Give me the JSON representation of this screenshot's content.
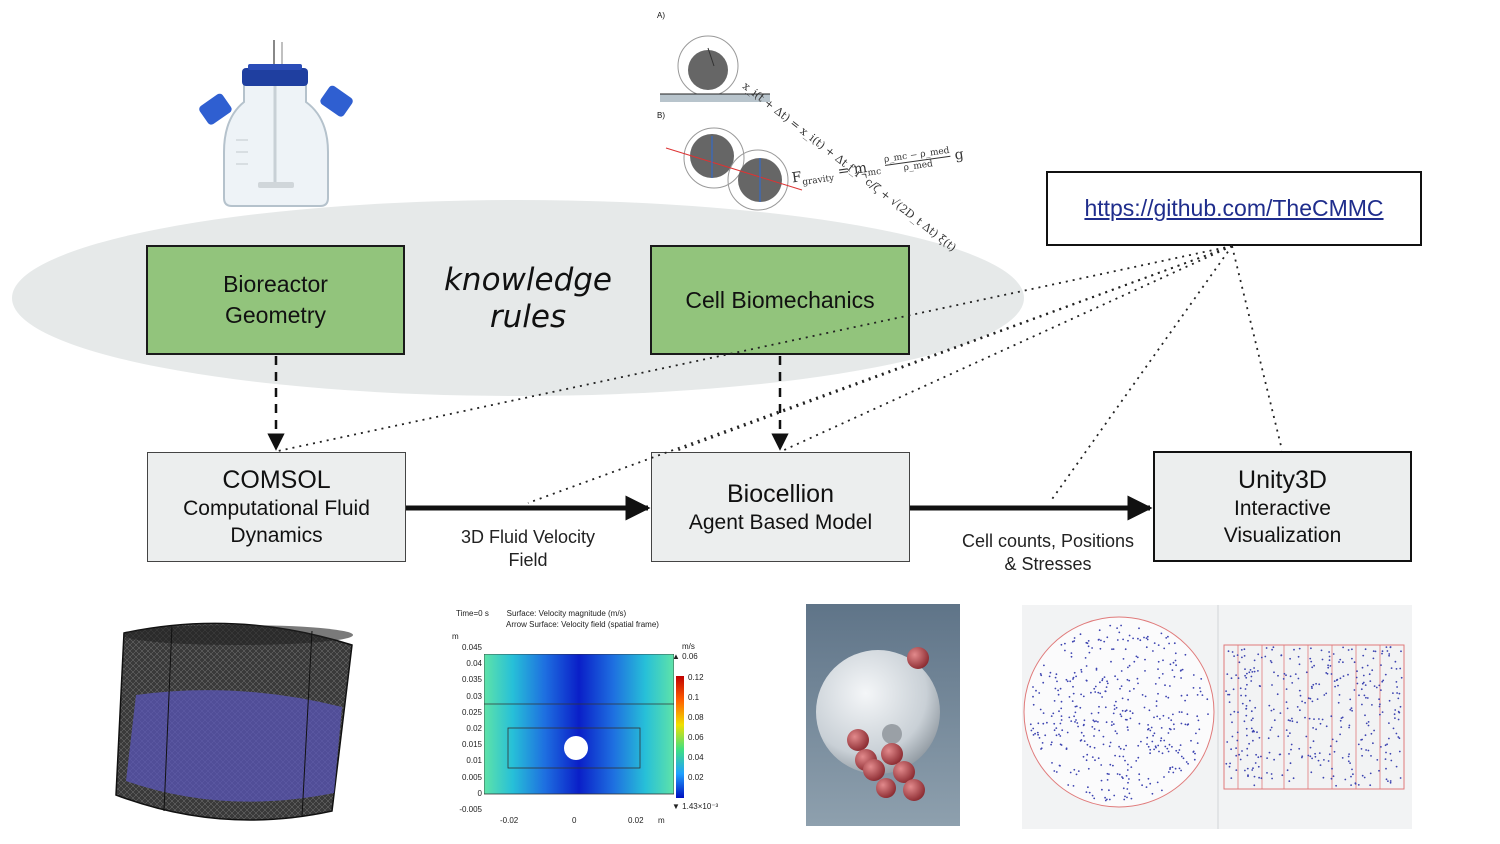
{
  "knowledge_label": [
    "knowledge",
    "rules"
  ],
  "github_url": "https://github.com/TheCMMC",
  "nodes": {
    "bioreactor_geometry": [
      "Bioreactor",
      "Geometry"
    ],
    "cell_biomechanics": "Cell Biomechanics",
    "comsol": {
      "title": "COMSOL",
      "subtitle": [
        "Computational Fluid",
        "Dynamics"
      ]
    },
    "biocellion": {
      "title": "Biocellion",
      "subtitle": "Agent Based Model"
    },
    "unity": {
      "title": "Unity3D",
      "subtitle": [
        "Interactive",
        "Visualization"
      ]
    }
  },
  "edges": {
    "comsol_to_biocellion": [
      "3D Fluid Velocity",
      "Field"
    ],
    "biocellion_to_unity": [
      "Cell counts, Positions",
      "& Stresses"
    ]
  },
  "equations_panel": {
    "label_a": "A)",
    "label_b": "B)",
    "eq1": "x_i(t + Δt) = x_i(t) + Δt f_i^c/ζ + √(2D_t Δt) ξ(t)",
    "eq2_lhs": "F",
    "eq2_sub": "gravity",
    "eq2_mid": "= m",
    "eq2_mid_sub": "mc",
    "eq2_num": "ρ_mc − ρ_med",
    "eq2_den": "ρ_med",
    "eq2_tail": "g"
  },
  "velocity_plot": {
    "title1": "Time=0 s        Surface: Velocity magnitude (m/s)",
    "title2": "Arrow Surface: Velocity field (spatial frame)",
    "y_unit": "m",
    "x_unit": "m",
    "yticks": [
      "0.045",
      "0.04",
      "0.035",
      "0.03",
      "0.025",
      "0.02",
      "0.015",
      "0.01",
      "0.005",
      "0",
      "-0.005"
    ],
    "xticks": [
      "-0.02",
      "0",
      "0.02"
    ],
    "colorbar_unit": "m/s",
    "colorbar_max": "▲ 0.06",
    "colorbar_ticks": [
      "0.12",
      "0.1",
      "0.08",
      "0.06",
      "0.04",
      "0.02"
    ],
    "colorbar_min": "▼ 1.43×10⁻³"
  },
  "colors": {
    "green_box": "#92c47c",
    "grey_box": "#eceeee",
    "ellipse": "#e6e9e9",
    "link": "#1f2d8c",
    "cylinder_fill": "#5a55b8",
    "sphere_red": "#b04a4e"
  }
}
